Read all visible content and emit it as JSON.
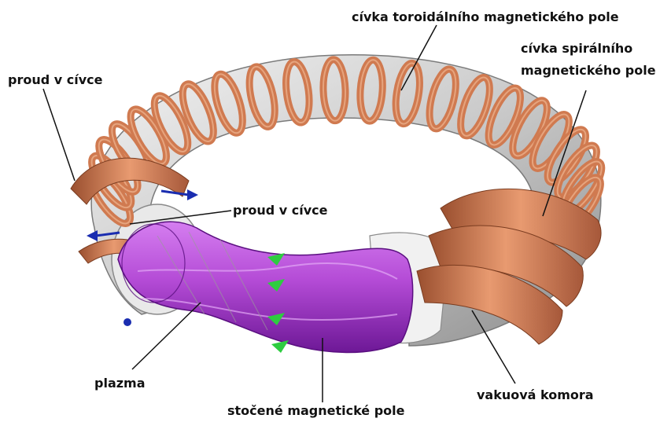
{
  "labels": {
    "toroidal_coil": "cívka toroidálního magnetického pole",
    "helical_coil_line1": "cívka spirálního",
    "helical_coil_line2": "magnetického pole",
    "coil_current_left": "proud v cívce",
    "coil_current_middle": "proud v cívce",
    "plasma": "plazma",
    "vacuum_chamber": "vakuová komora",
    "twisted_field": "stočené magnetické pole"
  },
  "colors": {
    "copper": "#d07a50",
    "copper_dark": "#8e4a2c",
    "copper_light": "#f0b692",
    "chamber_silver": "#d8d8d8",
    "plasma_purple": "#b44bd6",
    "plasma_dark": "#7a1fa3",
    "field_arrow": "#2ecc40",
    "current_arrow": "#1a2db0",
    "leader_line": "#111111"
  }
}
